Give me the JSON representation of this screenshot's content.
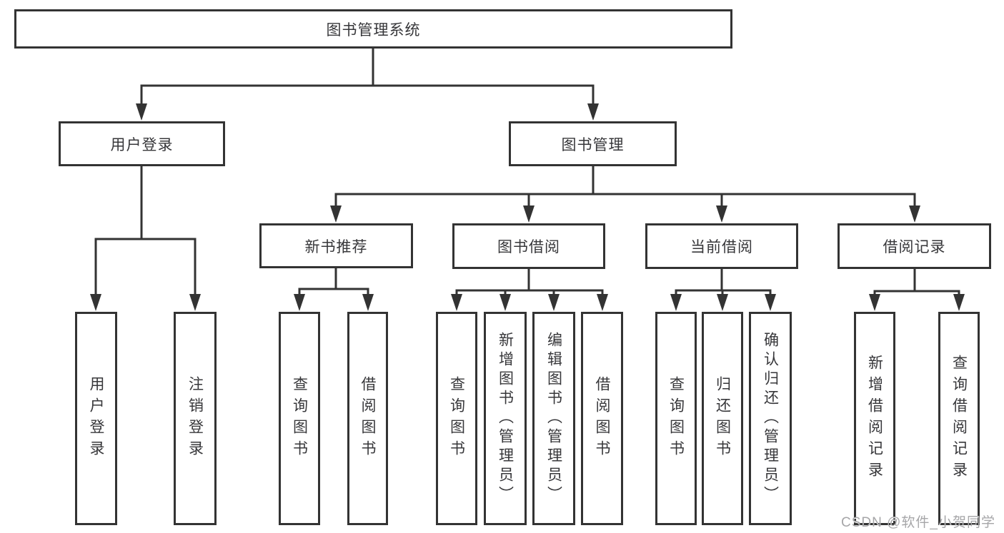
{
  "diagram": {
    "root": "图书管理系统",
    "level2": {
      "user_login": "用户登录",
      "book_mgmt": "图书管理"
    },
    "level3": {
      "new_books": "新书推荐",
      "borrow": "图书借阅",
      "current": "当前借阅",
      "records": "借阅记录"
    },
    "leaves": {
      "login": "用户登录",
      "logout": "注销登录",
      "nb_query": "查询图书",
      "nb_borrow": "借阅图书",
      "bb_query": "查询图书",
      "bb_add": "新增图书（管理员）",
      "bb_edit": "编辑图书（管理员）",
      "bb_borrow": "借阅图书",
      "cb_query": "查询图书",
      "cb_return": "归还图书",
      "cb_confirm": "确认归还（管理员）",
      "rec_add": "新增借阅记录",
      "rec_query": "查询借阅记录"
    }
  },
  "watermark": {
    "text": "CSDN @软件_小贺同学"
  },
  "colors": {
    "line": "#333333",
    "text": "#37373a",
    "watermark": "#a6a6a8",
    "background": "#ffffff"
  }
}
